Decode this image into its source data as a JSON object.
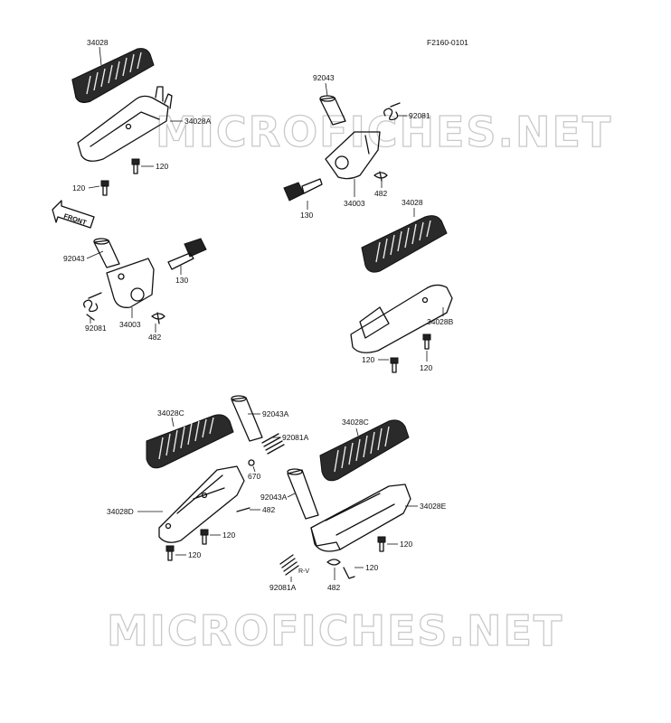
{
  "diagram": {
    "code": "F2160-0101",
    "front_label": "FRONT",
    "watermark": "MICROFICHES.NET",
    "parts": {
      "p34028_a": "34028",
      "p34028A": "34028A",
      "p120_a": "120",
      "p120_b": "120",
      "p92043_a": "92043",
      "p130_a": "130",
      "p92081_a": "92081",
      "p34003_a": "34003",
      "p482_a": "482",
      "p92043_b": "92043",
      "p92081_b": "92081",
      "p130_b": "130",
      "p34003_b": "34003",
      "p482_b": "482",
      "p34028_b": "34028",
      "p34028B": "34028B",
      "p120_c": "120",
      "p120_d": "120",
      "p34028C_a": "34028C",
      "p92043A_a": "92043A",
      "p92081A_a": "92081A",
      "p670": "670",
      "p34028D": "34028D",
      "p482_c": "482",
      "p120_e": "120",
      "p120_f": "120",
      "p34028C_b": "34028C",
      "p92043A_b": "92043A",
      "p34028E": "34028E",
      "p120_g": "120",
      "p120_h": "120",
      "p92081A_b": "92081A",
      "p482_d": "482",
      "p_note": "R-V"
    }
  }
}
